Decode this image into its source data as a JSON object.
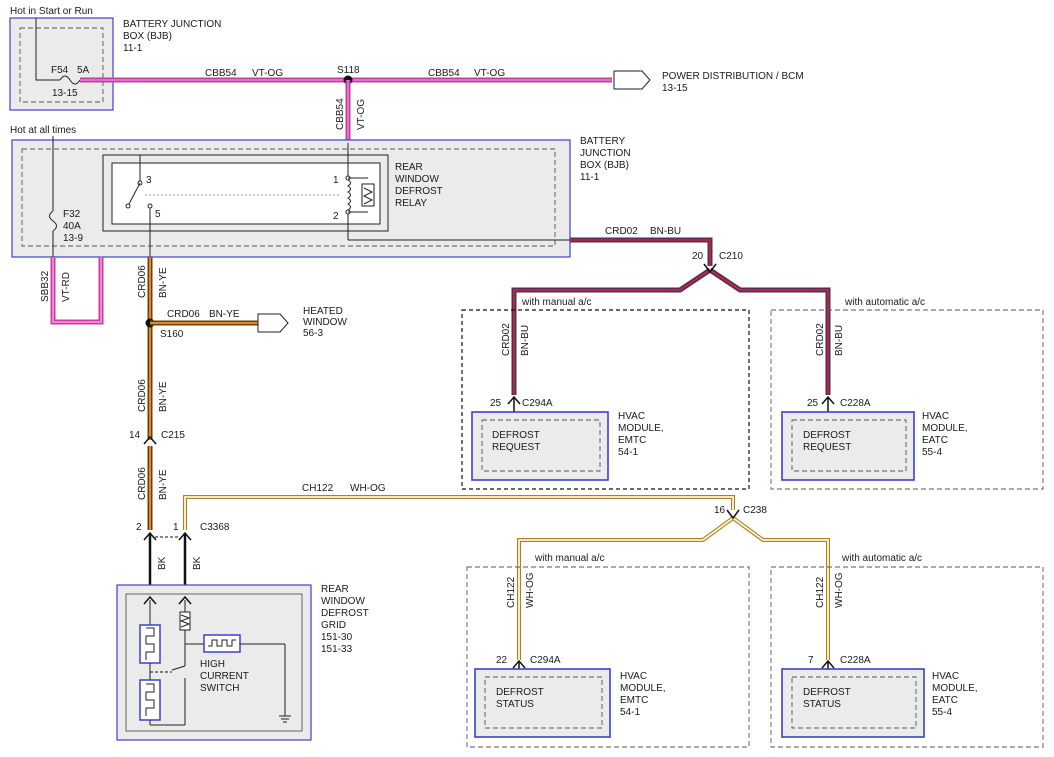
{
  "bjb_top": {
    "hot_label": "Hot in Start or Run",
    "name": "BATTERY JUNCTION BOX (BJB)",
    "name_l1": "BATTERY JUNCTION",
    "name_l2": "BOX (BJB)",
    "ref": "11-1",
    "fuse": "F54",
    "amps": "5A",
    "fuse_ref": "13-15"
  },
  "top_circuit": {
    "left_circuit": "CBB54",
    "left_color": "VT-OG",
    "splice": "S118",
    "right_circuit": "CBB54",
    "right_color": "VT-OG",
    "dest_l1": "POWER DISTRIBUTION / BCM",
    "dest_l2": "13-15",
    "drop_circuit": "CBB54",
    "drop_color": "VT-OG"
  },
  "bjb_main": {
    "hot_label": "Hot at all times",
    "name_l1": "BATTERY",
    "name_l2": "JUNCTION",
    "name_l3": "BOX (BJB)",
    "ref": "11-1",
    "fuse": "F32",
    "amps": "40A",
    "fuse_ref": "13-9",
    "relay_l1": "REAR",
    "relay_l2": "WINDOW",
    "relay_l3": "DEFROST",
    "relay_l4": "RELAY",
    "pin3": "3",
    "pin5": "5",
    "pin1": "1",
    "pin2": "2"
  },
  "left_wires": {
    "sbb_circuit": "SBB32",
    "sbb_color": "VT-RD",
    "crd_a_circuit": "CRD06",
    "crd_a_color": "BN-YE",
    "splice": "S160",
    "heated_circuit": "CRD06",
    "heated_color": "BN-YE",
    "heated_l1": "HEATED",
    "heated_l2": "WINDOW",
    "heated_ref": "56-3",
    "crd_b_circuit": "CRD06",
    "crd_b_color": "BN-YE",
    "c215_pin": "14",
    "c215": "C215",
    "crd_c_circuit": "CRD06",
    "crd_c_color": "BN-YE",
    "c3368_pin2": "2",
    "c3368_pin1": "1",
    "c3368": "C3368",
    "bk1": "BK",
    "bk2": "BK"
  },
  "crd02": {
    "circuit": "CRD02",
    "color": "BN-BU",
    "pin": "20",
    "connector": "C210",
    "manual_label": "with manual a/c",
    "auto_label": "with automatic a/c",
    "m_circuit": "CRD02",
    "m_color": "BN-BU",
    "a_circuit": "CRD02",
    "a_color": "BN-BU"
  },
  "emtc_request": {
    "pin": "25",
    "connector": "C294A",
    "text_l1": "DEFROST",
    "text_l2": "REQUEST",
    "name_l1": "HVAC",
    "name_l2": "MODULE,",
    "name_l3": "EMTC",
    "ref": "54-1"
  },
  "eatc_request": {
    "pin": "25",
    "connector": "C228A",
    "text_l1": "DEFROST",
    "text_l2": "REQUEST",
    "name_l1": "HVAC",
    "name_l2": "MODULE,",
    "name_l3": "EATC",
    "ref": "55-4"
  },
  "ch122": {
    "circuit": "CH122",
    "color": "WH-OG",
    "pin": "16",
    "connector": "C238",
    "manual_label": "with manual a/c",
    "auto_label": "with automatic a/c",
    "m_circuit": "CH122",
    "m_color": "WH-OG",
    "a_circuit": "CH122",
    "a_color": "WH-OG"
  },
  "emtc_status": {
    "pin": "22",
    "connector": "C294A",
    "text_l1": "DEFROST",
    "text_l2": "STATUS",
    "name_l1": "HVAC",
    "name_l2": "MODULE,",
    "name_l3": "EMTC",
    "ref": "54-1"
  },
  "eatc_status": {
    "pin": "7",
    "connector": "C228A",
    "text_l1": "DEFROST",
    "text_l2": "STATUS",
    "name_l1": "HVAC",
    "name_l2": "MODULE,",
    "name_l3": "EATC",
    "ref": "55-4"
  },
  "grid": {
    "name_l1": "REAR",
    "name_l2": "WINDOW",
    "name_l3": "DEFROST",
    "name_l4": "GRID",
    "ref1": "151-30",
    "ref2": "151-33",
    "switch_l1": "HIGH",
    "switch_l2": "CURRENT",
    "switch_l3": "SWITCH"
  },
  "colors": {
    "violet_orange": "#c040a0",
    "brown_yellow": "#7a3a10",
    "brown_blue": "#5a2a5a",
    "white_orange": "#d8b060",
    "box_border": "#3f3fd0"
  },
  "icons": [
    "fuse-icon",
    "relay-coil-icon",
    "relay-switch-icon",
    "splice-dot-icon",
    "connector-arrow-icon",
    "heater-grid-icon",
    "ground-icon"
  ]
}
